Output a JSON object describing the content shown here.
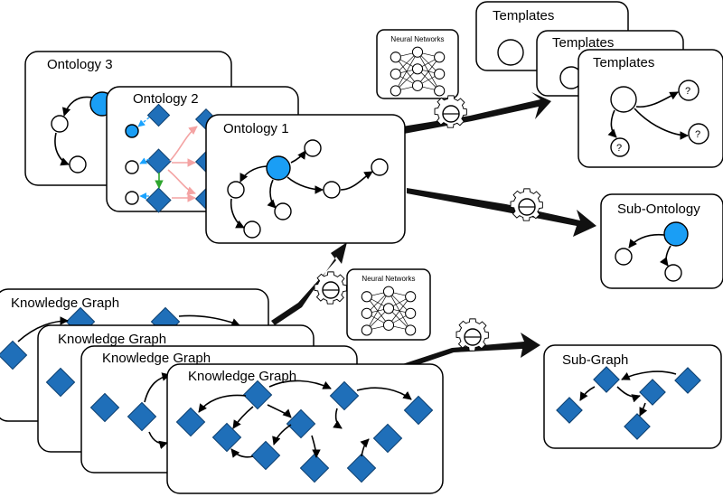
{
  "colors": {
    "node_highlight": "#1a9ef5",
    "diamond": "#1f6fb9",
    "edge_pink": "#f4a3a3",
    "edge_green": "#2ea52e",
    "edge_blue_dashed": "#1aa3ff"
  },
  "ontologies": [
    {
      "title": "Ontology 3"
    },
    {
      "title": "Ontology 2"
    },
    {
      "title": "Ontology 1"
    }
  ],
  "templates": [
    {
      "title": "Templates"
    },
    {
      "title": "Templates"
    },
    {
      "title": "Templates"
    }
  ],
  "template_unknown_marker": "?",
  "sub_ontology": {
    "title": "Sub-Ontology"
  },
  "knowledge_graphs": [
    {
      "title": "Knowledge Graph"
    },
    {
      "title": "Knowledge Graph"
    },
    {
      "title": "Knowledge Graph"
    },
    {
      "title": "Knowledge Graph"
    }
  ],
  "sub_graph": {
    "title": "Sub-Graph"
  },
  "neural_networks": [
    {
      "title": "Neural Networks"
    },
    {
      "title": "Neural Networks"
    }
  ],
  "icons": [
    "gear-icon",
    "neural-network-icon",
    "arrow-icon"
  ]
}
